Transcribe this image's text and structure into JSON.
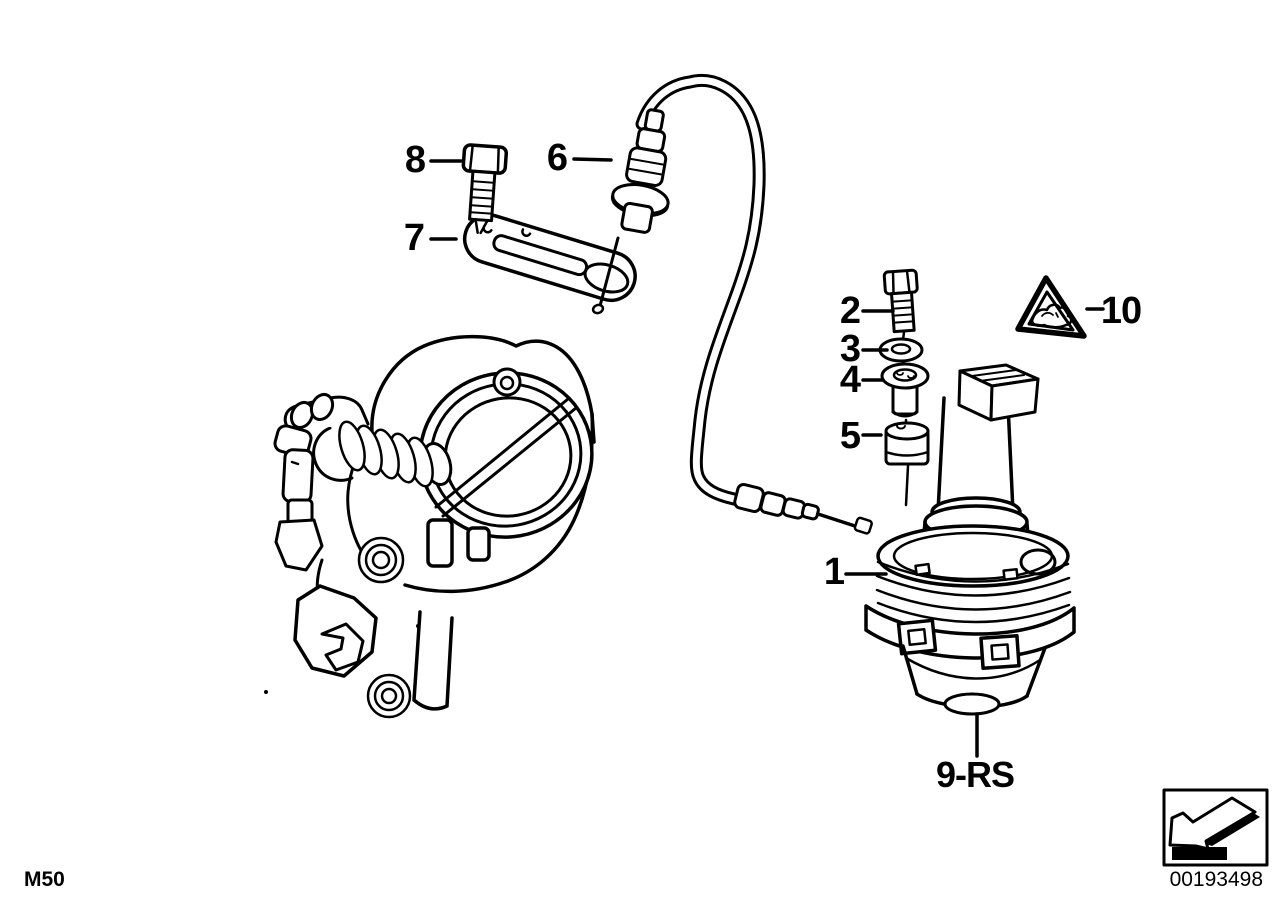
{
  "diagram": {
    "colors": {
      "line": "#000000",
      "background": "#ffffff"
    },
    "callouts": {
      "c1": {
        "label": "1"
      },
      "c2": {
        "label": "2"
      },
      "c3": {
        "label": "3"
      },
      "c4": {
        "label": "4"
      },
      "c5": {
        "label": "5"
      },
      "c6": {
        "label": "6"
      },
      "c7": {
        "label": "7"
      },
      "c8": {
        "label": "8"
      },
      "c9rs": {
        "label": "9-RS"
      },
      "c10": {
        "label": "10"
      }
    },
    "icons": {
      "warning_triangle": "crush-hazard-warning-triangle",
      "direction_arrow": "back-arrow-glyph"
    },
    "footer": {
      "left_code": "M50",
      "right_code": "00193498"
    }
  }
}
